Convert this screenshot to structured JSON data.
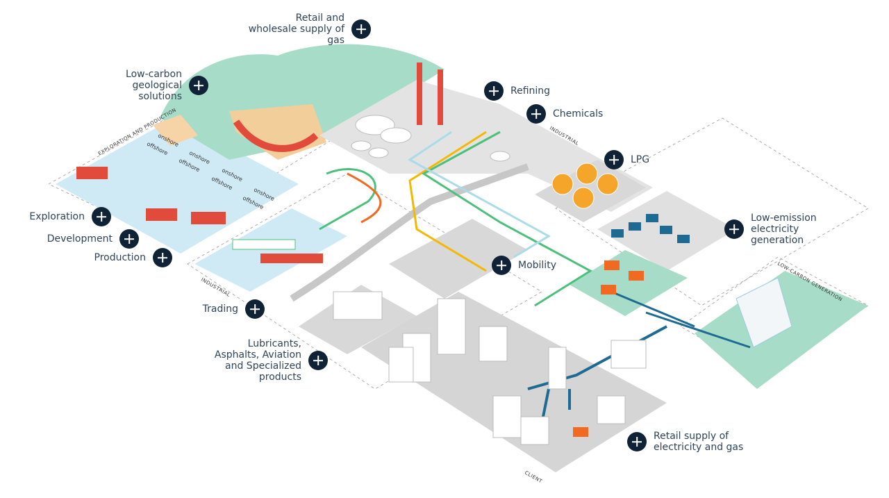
{
  "hotspots": {
    "retail_gas": "Retail and\nwholesale supply of\ngas",
    "low_carbon_geo": "Low-carbon\ngeological\nsolutions",
    "refining": "Refining",
    "chemicals": "Chemicals",
    "lpg": "LPG",
    "low_emission": "Low-emission\nelectricity\ngeneration",
    "exploration": "Exploration",
    "development": "Development",
    "production": "Production",
    "mobility": "Mobility",
    "trading": "Trading",
    "lubricants": "Lubricants,\nAsphalts, Aviation\nand Specialized\nproducts",
    "retail_electricity": "Retail supply of\nelectricity and gas"
  },
  "zones": {
    "exploration_production": "EXPLORATION AND PRODUCTION",
    "industrial_top": "INDUSTRIAL",
    "industrial_left": "INDUSTRIAL",
    "low_carbon_generation": "LOW-CARBON GENERATION",
    "client": "CLIENT"
  },
  "shore_labels": [
    "onshore",
    "offshore",
    "onshore",
    "offshore",
    "onshore",
    "offshore",
    "onshore",
    "offshore"
  ],
  "colors": {
    "button": "#0f2236",
    "water": "#cfeaf5",
    "land": "#8fd3bd",
    "ground": "#d5d5d5",
    "pipe_green": "#4cc07a",
    "pipe_yellow": "#f5b800",
    "pipe_orange": "#f26a21",
    "pipe_blue": "#1d6a92"
  }
}
